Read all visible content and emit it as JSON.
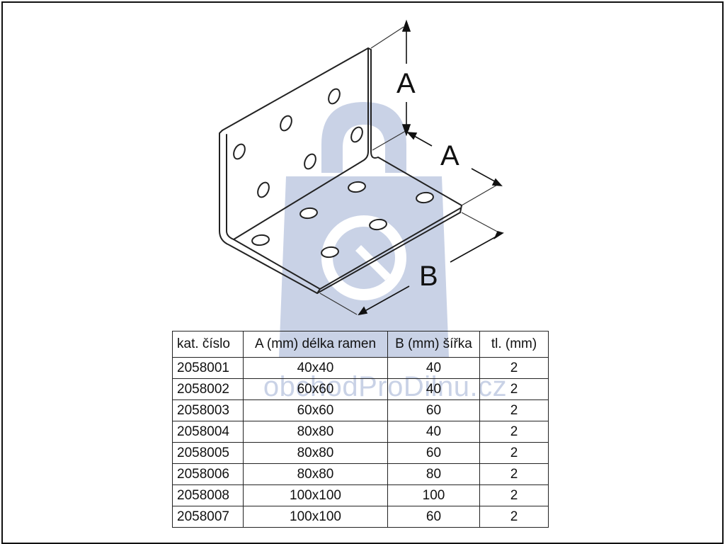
{
  "dimension_labels": {
    "a_vertical": "A",
    "a_horizontal": "A",
    "b": "B"
  },
  "watermark": {
    "text": "obchodProDilnu.cz",
    "icon": "wrench-lock-logo",
    "color": "#c9d2e6"
  },
  "table": {
    "headers": [
      "kat. číslo",
      "A (mm) délka ramen",
      "B (mm) šířka",
      "tl. (mm)"
    ],
    "rows": [
      [
        "2058001",
        "40x40",
        "40",
        "2"
      ],
      [
        "2058002",
        "60x60",
        "40",
        "2"
      ],
      [
        "2058003",
        "60x60",
        "60",
        "2"
      ],
      [
        "2058004",
        "80x80",
        "40",
        "2"
      ],
      [
        "2058005",
        "80x80",
        "60",
        "2"
      ],
      [
        "2058006",
        "80x80",
        "80",
        "2"
      ],
      [
        "2058008",
        "100x100",
        "100",
        "2"
      ],
      [
        "2058007",
        "100x100",
        "60",
        "2"
      ]
    ]
  }
}
